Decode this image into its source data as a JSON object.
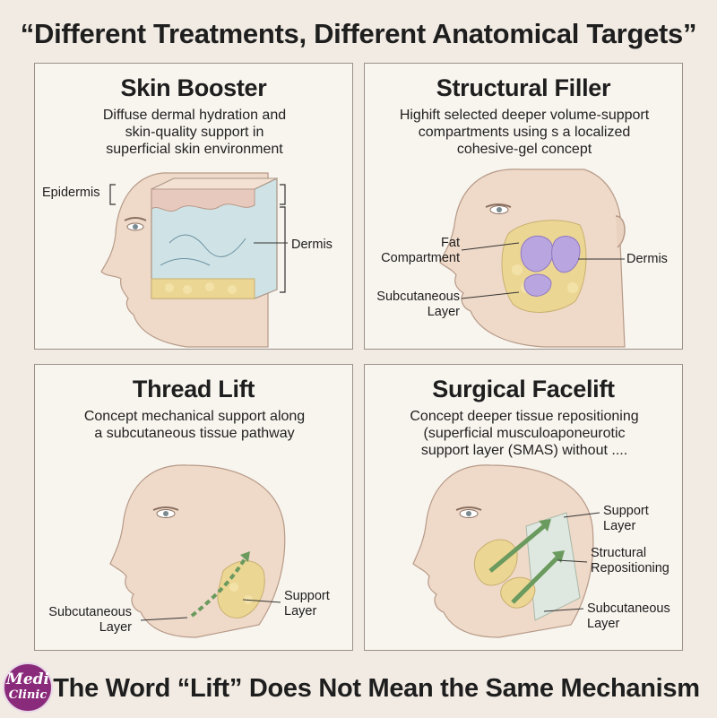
{
  "title": "“Different Treatments, Different Anatomical Targets”",
  "footer": "The Word “Lift” Does Not Mean the Same Mechanism",
  "logo": {
    "line1": "Medi",
    "line2": "Clinic",
    "color": "#8a2a7a"
  },
  "panels": [
    {
      "title": "Skin Booster",
      "desc": [
        "Diffuse dermal hydration and",
        "skin-quality support in",
        "superficial skin environment"
      ],
      "labels": {
        "epidermis": "Epidermis",
        "dermis": "Dermis"
      }
    },
    {
      "title": "Structural Filler",
      "desc": [
        "Highift selected deeper volume-support",
        "compartments using s a localized",
        "cohesive-gel concept"
      ],
      "labels": {
        "fat": [
          "Fat",
          "Compartment"
        ],
        "subcutaneous": [
          "Subcutaneous",
          "Layer"
        ],
        "dermis": "Dermis"
      }
    },
    {
      "title": "Thread Lift",
      "desc": [
        "Concept mechanical support along",
        "a subcutaneous tissue pathway"
      ],
      "labels": {
        "subcutaneous": [
          "Subcutaneous",
          "Layer"
        ],
        "support": [
          "Support",
          "Layer"
        ]
      }
    },
    {
      "title": "Surgical Facelift",
      "desc": [
        "Concept deeper tissue repositioning",
        "(superficial musculoaponeurotic",
        "support layer (SMAS) without ...."
      ],
      "labels": {
        "support": [
          "Support",
          "Layer"
        ],
        "structural": [
          "Structural",
          "Repositioning"
        ],
        "subcutaneous": [
          "Subcutaneous",
          "Layer"
        ]
      }
    }
  ],
  "colors": {
    "skin": "#efd9c8",
    "dermis": "#a9cfd6",
    "fat": "#ecd694",
    "filler": "#b9a5df",
    "arrow": "#6a9a5e"
  }
}
